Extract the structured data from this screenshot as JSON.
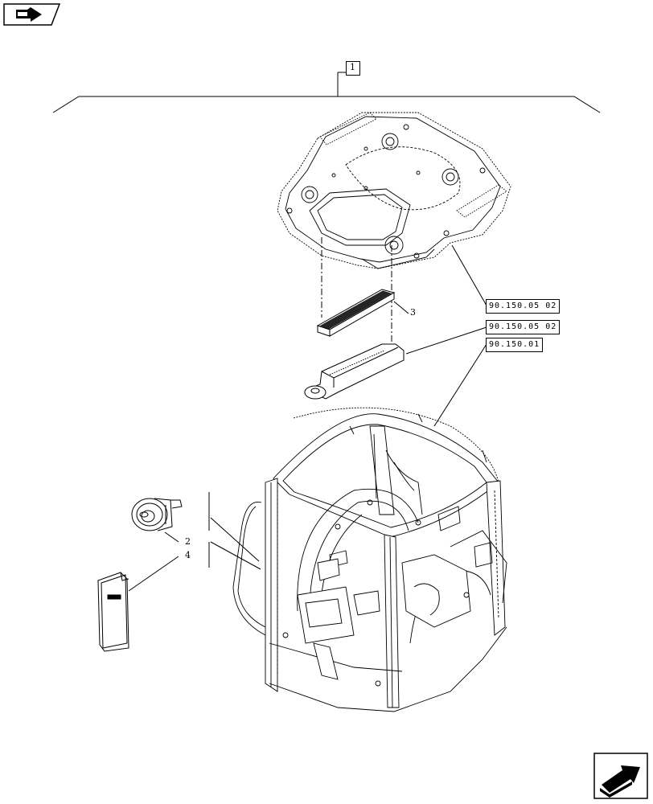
{
  "assembly_ref": "1",
  "references": {
    "roof_upper": "90.150.05 02",
    "roof_lower": "90.150.05 02",
    "cab_frame": "90.150.01"
  },
  "callouts": {
    "filter": "3",
    "sensor": "2",
    "decal": "4"
  },
  "icons": {
    "top_left": "back-book-icon",
    "bottom_right": "next-page-arrow-icon"
  }
}
